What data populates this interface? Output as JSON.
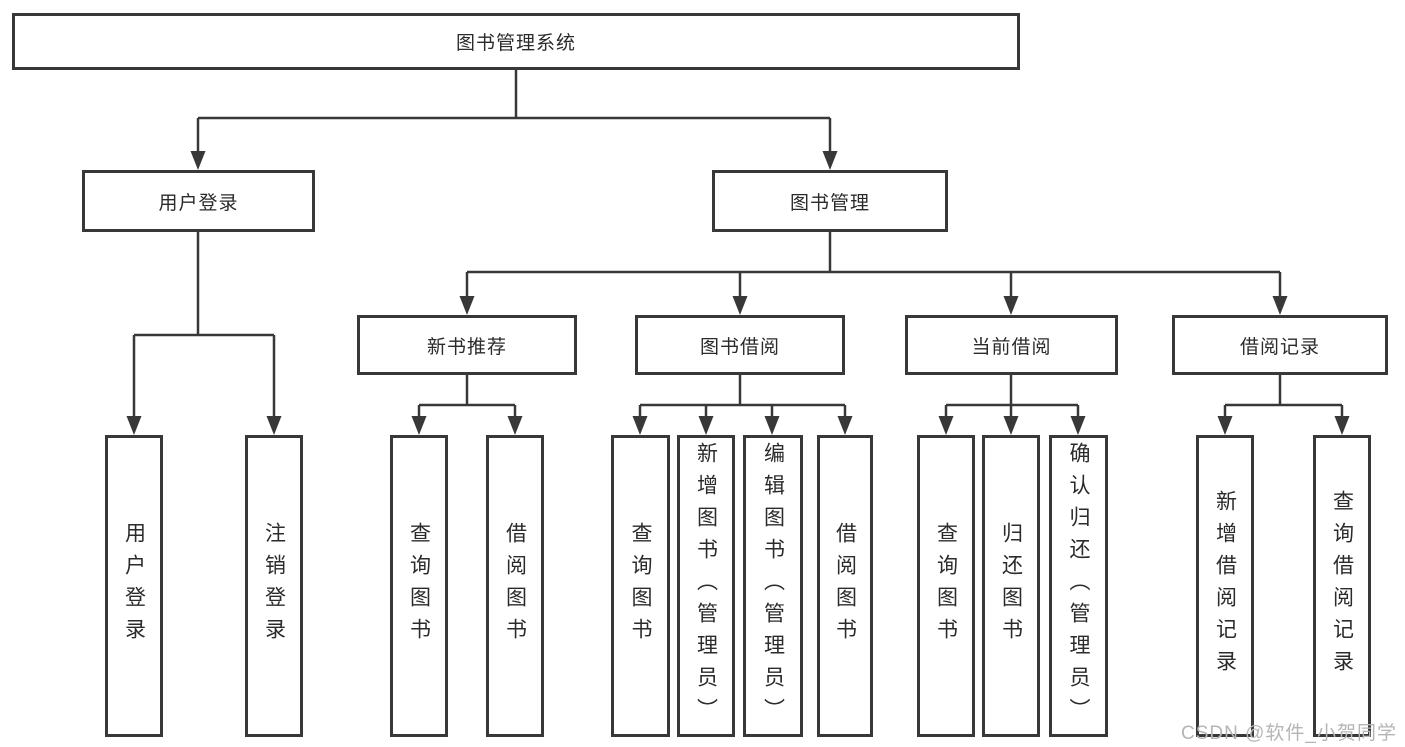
{
  "root": {
    "label": "图书管理系统"
  },
  "level2": [
    {
      "label": "用户登录"
    },
    {
      "label": "图书管理"
    }
  ],
  "level3": [
    {
      "label": "新书推荐"
    },
    {
      "label": "图书借阅"
    },
    {
      "label": "当前借阅"
    },
    {
      "label": "借阅记录"
    }
  ],
  "leaves": {
    "login": [
      "用户登录",
      "注销登录"
    ],
    "newbook": [
      "查询图书",
      "借阅图书"
    ],
    "borrow": [
      "查询图书",
      "新增图书（管理员）",
      "编辑图书（管理员）",
      "借阅图书"
    ],
    "current": [
      "查询图书",
      "归还图书",
      "确认归还（管理员）"
    ],
    "records": [
      "新增借阅记录",
      "查询借阅记录"
    ]
  },
  "watermark": "CSDN @软件_小贺同学",
  "colors": {
    "line": "#383838",
    "text": "#2b2b2b",
    "watermark": "#b5b5b5",
    "background": "#ffffff"
  }
}
